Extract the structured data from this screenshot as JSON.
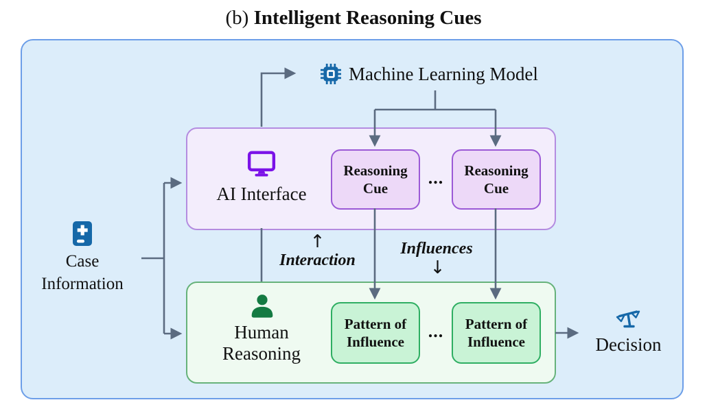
{
  "title": {
    "prefix": "(b) ",
    "text": "Intelligent Reasoning Cues"
  },
  "diagram": {
    "ml_model": {
      "label": "Machine Learning Model",
      "icon": "chip-icon"
    },
    "ai_interface": {
      "label": "AI Interface",
      "icon": "monitor-icon"
    },
    "reasoning_cues": {
      "items": [
        {
          "line1": "Reasoning",
          "line2": "Cue"
        },
        {
          "line1": "Reasoning",
          "line2": "Cue"
        }
      ],
      "ellipsis": "..."
    },
    "human_reasoning": {
      "line1": "Human",
      "line2": "Reasoning",
      "icon": "person-icon"
    },
    "patterns": {
      "items": [
        {
          "line1": "Pattern of",
          "line2": "Influence"
        },
        {
          "line1": "Pattern of",
          "line2": "Influence"
        }
      ],
      "ellipsis": "..."
    },
    "case_information": {
      "line1": "Case",
      "line2": "Information",
      "icon": "book-plus-icon"
    },
    "decision": {
      "label": "Decision",
      "icon": "scales-icon"
    },
    "edge_labels": {
      "interaction": {
        "label": "Interaction",
        "arrow": "↑"
      },
      "influences": {
        "label": "Influences",
        "arrow": "↓"
      }
    }
  },
  "colors": {
    "container_fill": "#DCEDFA",
    "container_border": "#6C9EE8",
    "ai_panel_fill": "#F3EDFC",
    "ai_panel_border": "#B48CE0",
    "cue_fill": "#EDD9F8",
    "cue_border": "#9B59D6",
    "human_panel_fill": "#EFFAF1",
    "human_panel_border": "#66B27A",
    "pattern_fill": "#C9F3D6",
    "pattern_border": "#2EAE62",
    "connector": "#5B6B80",
    "blue_icon": "#1668A8",
    "purple_icon": "#7B12E8",
    "green_icon": "#147A42",
    "text": "#111111"
  }
}
